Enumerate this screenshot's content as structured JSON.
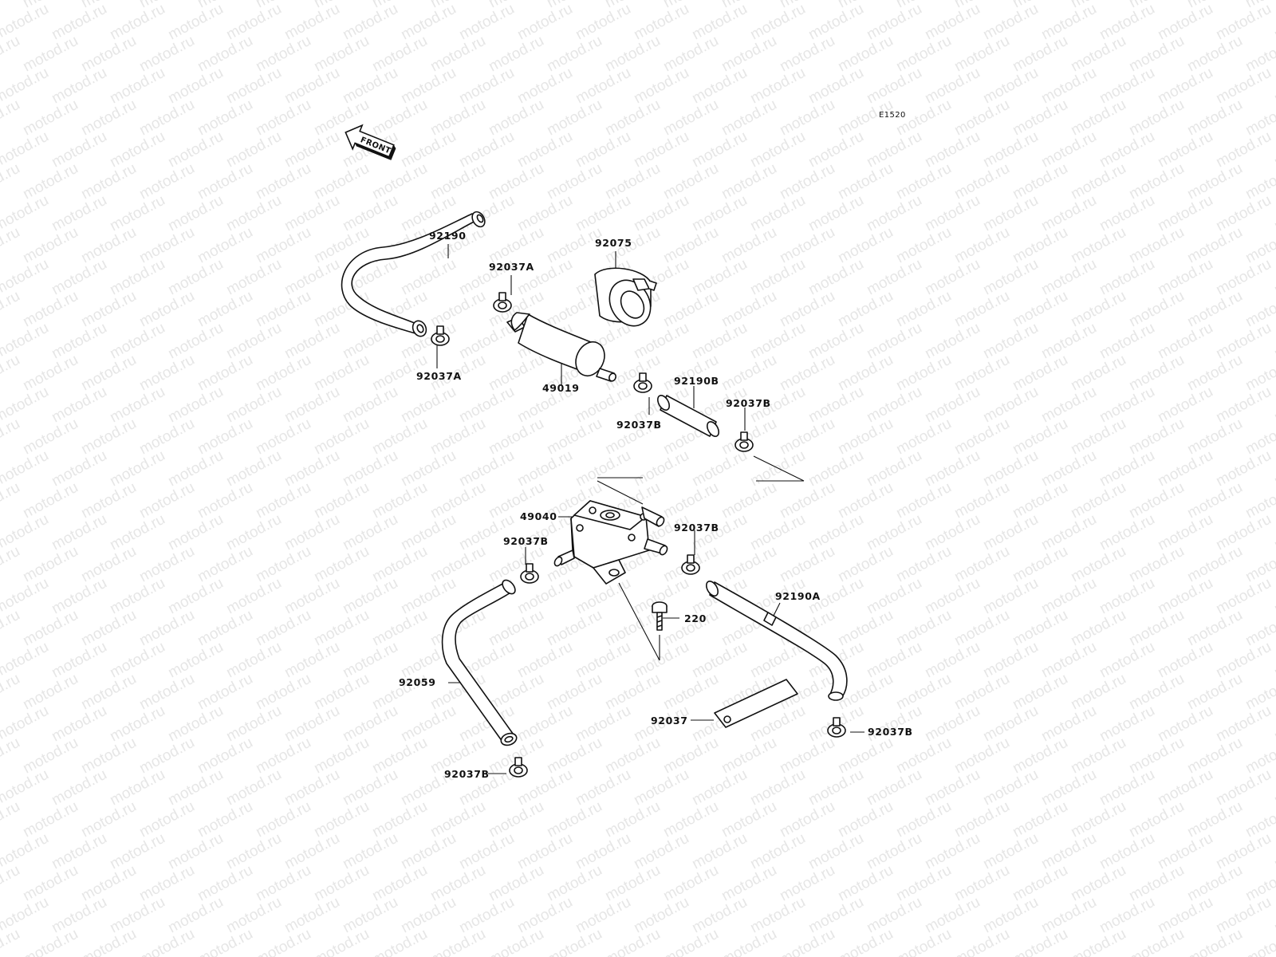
{
  "watermark": "motod.ru",
  "diagram_code": "E1520",
  "front_arrow_label": "FRONT",
  "labels": {
    "hose_u": "92190",
    "clamp_a_upper": "92037A",
    "clamp_a_lower": "92037A",
    "holder": "92075",
    "fuel_filter": "49019",
    "hose_b": "92190B",
    "clamp_b_filter": "92037B",
    "clamp_b_hose_b": "92037B",
    "fuel_pump": "49040",
    "clamp_b_pump_left": "92037B",
    "clamp_b_pump_right": "92037B",
    "screw": "220",
    "hose_a": "92190A",
    "hose_l": "92059",
    "bracket": "92037",
    "clamp_b_bottom_right": "92037B",
    "clamp_b_bottom_left": "92037B"
  }
}
